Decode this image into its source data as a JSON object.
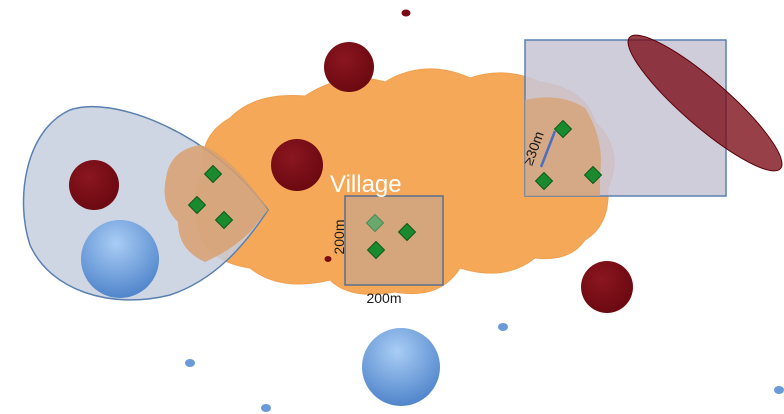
{
  "diagram": {
    "labels": {
      "village": "Village",
      "square_height": "200m",
      "square_width": "200m",
      "diagonal": "≥30m"
    },
    "colors": {
      "background": "#ffffff",
      "village_fill": "#f5a858",
      "village_edge": "#f0a050",
      "zone_fill": "#c5cfdf",
      "zone_edge": "#5a80b0",
      "dark_red": "#7a0a14",
      "blue_light": "#9dc3ef",
      "blue_dark": "#4a80c8",
      "diamond": "#1a8a2e",
      "square_edge": "#5a6f8e"
    },
    "icons": [
      "diamond-marker",
      "circle-marker",
      "ellipse-marker"
    ]
  }
}
